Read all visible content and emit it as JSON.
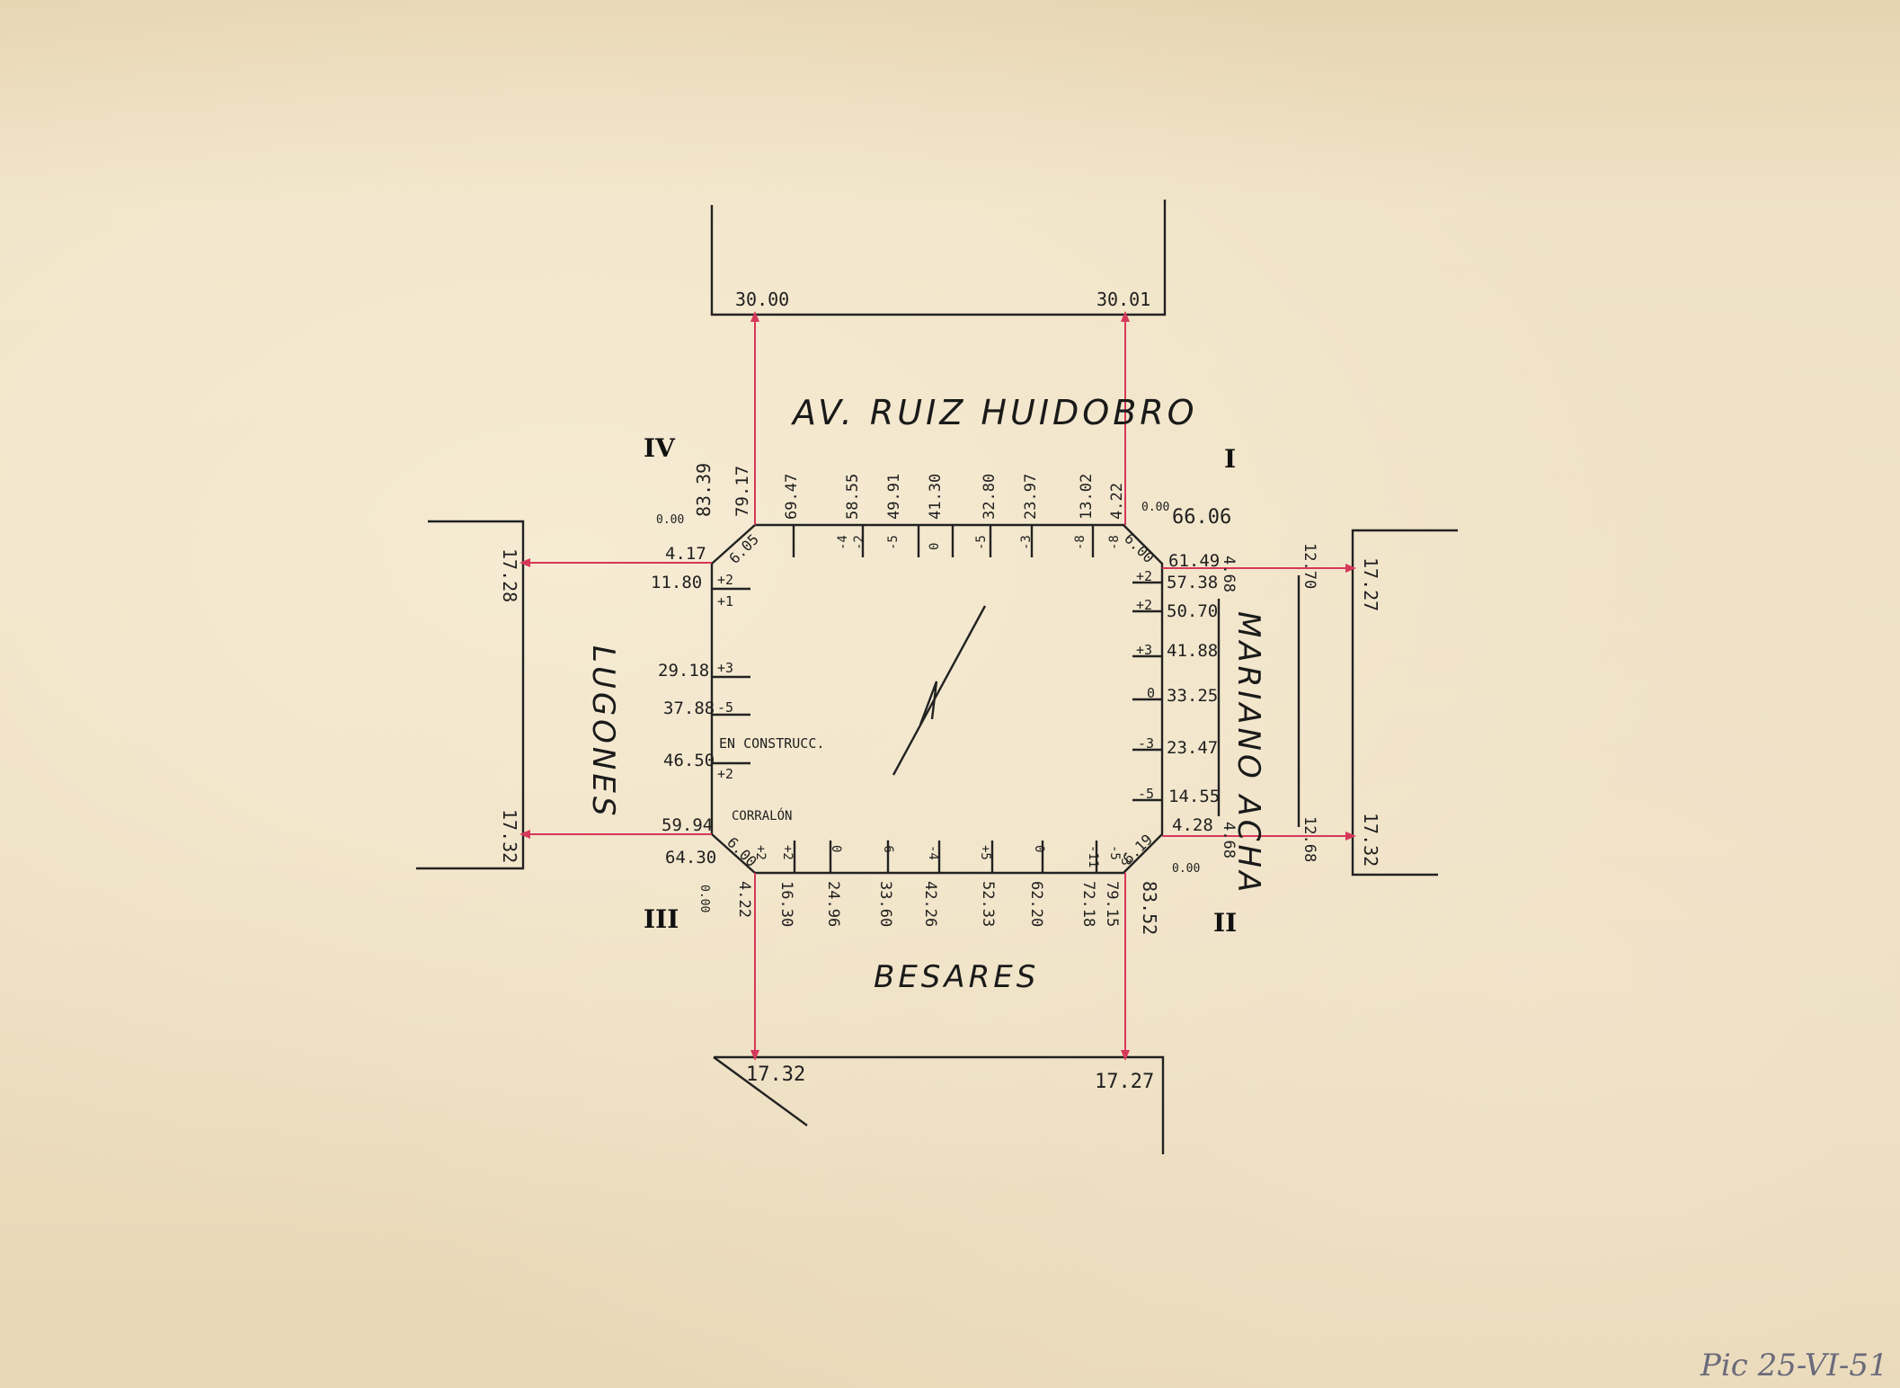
{
  "streets": {
    "north": "AV. RUIZ HUIDOBRO",
    "south": "BESARES",
    "west": "LUGONES",
    "east": "MARIANO ACHA"
  },
  "quadrants": {
    "ne": "I",
    "se": "II",
    "sw": "III",
    "nw": "IV"
  },
  "annotations": {
    "construction": "EN CONSTRUCC.",
    "corralon": "CORRALÓN",
    "signature": "Pic 25-VI-51"
  },
  "widths": {
    "north_left": "30.00",
    "north_right": "30.01",
    "south_left": "17.32",
    "south_right": "17.27",
    "west_top": "17.28",
    "west_bottom": "17.32",
    "east_top": "17.27",
    "east_bottom": "17.32"
  },
  "chamfers": {
    "nw": "6.05",
    "ne": "6.00",
    "sw": "6.00",
    "se": "6.19"
  },
  "corners": {
    "nw_zero": "0.00",
    "ne_zero": "0.00",
    "sw_zero": "0.00",
    "se_zero": "0.00",
    "nw_total": "83.39",
    "se_total": "83.52"
  },
  "north_side": {
    "distances": [
      "79.17",
      "69.47",
      "58.55",
      "49.91",
      "41.30",
      "32.80",
      "23.97",
      "13.02",
      "4.22"
    ],
    "levels": [
      "-4",
      "-2",
      "-5",
      "0",
      "-5",
      "-3",
      "-8",
      "-8"
    ]
  },
  "south_side": {
    "distances": [
      "4.22",
      "16.30",
      "24.96",
      "33.60",
      "42.26",
      "52.33",
      "62.20",
      "72.18",
      "79.15"
    ],
    "levels": [
      "+2",
      "+2",
      "0",
      "-6",
      "-4",
      "+5",
      "0",
      "-11",
      "-5",
      "-3"
    ]
  },
  "west_side": {
    "distances": [
      "4.17",
      "11.80",
      "29.18",
      "37.88",
      "46.50",
      "59.94",
      "64.30"
    ],
    "levels": [
      "+2",
      "+1",
      "+3",
      "-5",
      "+2"
    ]
  },
  "east_side": {
    "distances": [
      "66.06",
      "61.49",
      "57.38",
      "50.70",
      "41.88",
      "33.25",
      "23.47",
      "14.55",
      "4.28"
    ],
    "levels": [
      "+2",
      "+2",
      "+3",
      "0",
      "-3",
      "-5"
    ],
    "setbacks": [
      "4.68",
      "12.70",
      "4.68",
      "12.68"
    ]
  }
}
